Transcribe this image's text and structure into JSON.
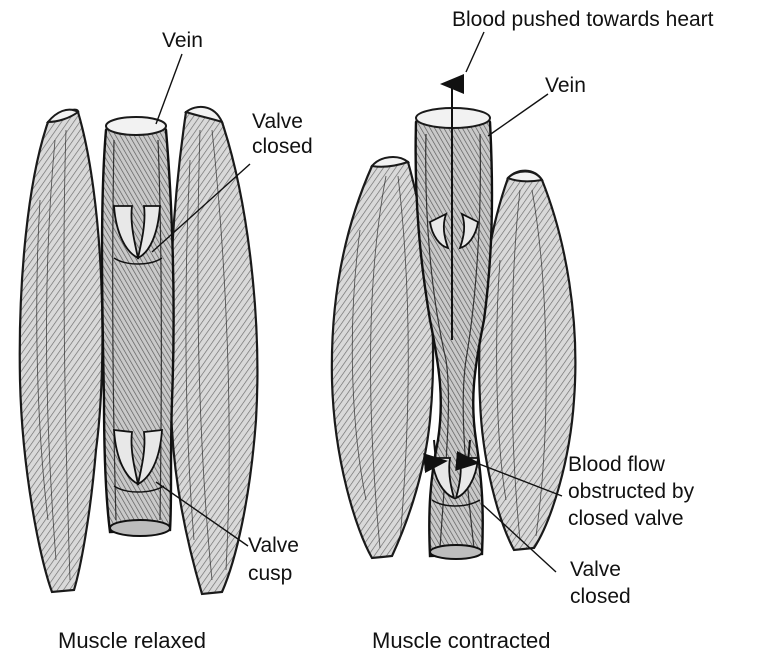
{
  "labels": {
    "vein_left": "Vein",
    "valve_closed_top_left_line1": "Valve",
    "valve_closed_top_left_line2": "closed",
    "valve_cusp_line1": "Valve",
    "valve_cusp_line2": "cusp",
    "blood_pushed": "Blood pushed towards heart",
    "vein_right": "Vein",
    "blood_flow_line1": "Blood flow",
    "blood_flow_line2": "obstructed by",
    "blood_flow_line3": "closed valve",
    "valve_closed_right_line1": "Valve",
    "valve_closed_right_line2": "closed"
  },
  "captions": {
    "relaxed": "Muscle relaxed",
    "contracted": "Muscle contracted"
  }
}
